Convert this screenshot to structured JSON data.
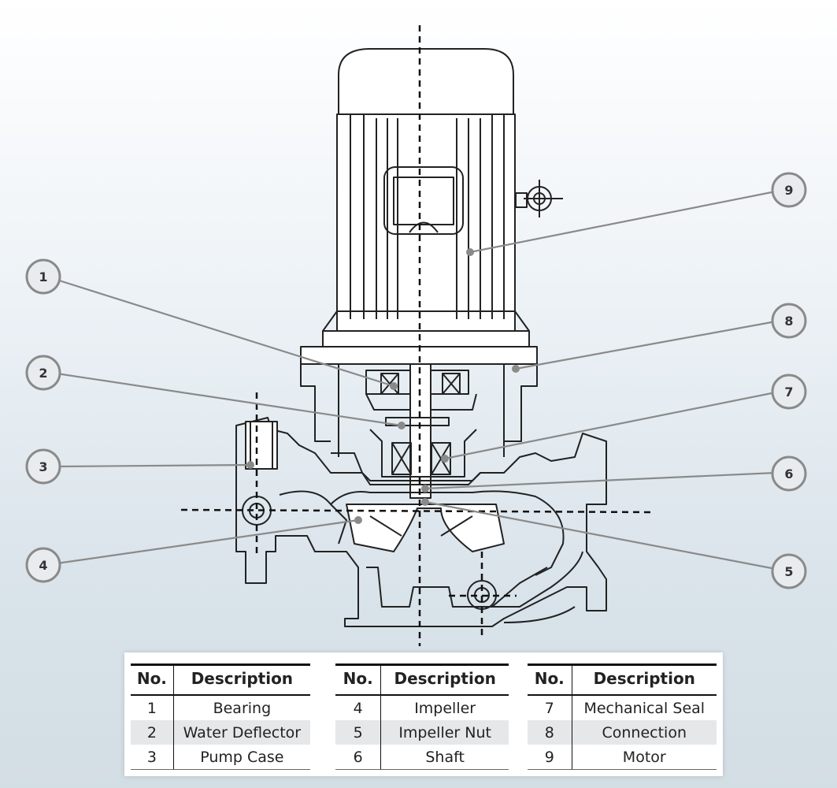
{
  "callouts": [
    {
      "no": "1",
      "target": "bearing"
    },
    {
      "no": "2",
      "target": "water-deflector"
    },
    {
      "no": "3",
      "target": "pump-case"
    },
    {
      "no": "4",
      "target": "impeller"
    },
    {
      "no": "5",
      "target": "impeller-nut"
    },
    {
      "no": "6",
      "target": "shaft"
    },
    {
      "no": "7",
      "target": "mechanical-seal"
    },
    {
      "no": "8",
      "target": "connection"
    },
    {
      "no": "9",
      "target": "motor"
    }
  ],
  "legend": {
    "headers": {
      "no": "No.",
      "description": "Description"
    },
    "tables": [
      {
        "rows": [
          {
            "no": "1",
            "description": "Bearing"
          },
          {
            "no": "2",
            "description": "Water Deflector"
          },
          {
            "no": "3",
            "description": "Pump Case"
          }
        ]
      },
      {
        "rows": [
          {
            "no": "4",
            "description": "Impeller"
          },
          {
            "no": "5",
            "description": "Impeller Nut"
          },
          {
            "no": "6",
            "description": "Shaft"
          }
        ]
      },
      {
        "rows": [
          {
            "no": "7",
            "description": "Mechanical Seal"
          },
          {
            "no": "8",
            "description": "Connection"
          },
          {
            "no": "9",
            "description": "Motor"
          }
        ]
      }
    ]
  },
  "colors": {
    "line": "#222222",
    "leader": "#8a8a8a",
    "circle_fill": "#e9ecee"
  }
}
